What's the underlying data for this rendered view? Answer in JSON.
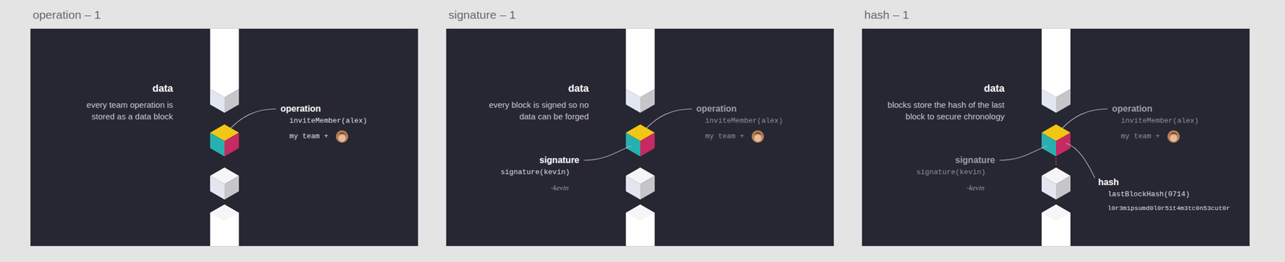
{
  "diagram": {
    "nodes": [
      {
        "text": [
          "operation – 1",
          "data",
          "every team operation is stored as a data block",
          "operation",
          "inviteMember(alex)",
          "my team +"
        ]
      },
      {
        "text": [
          "signature – 1",
          "data",
          "every block is signed so no data can be forged",
          "operation",
          "inviteMember(alex)",
          "my team +",
          "signature",
          "signature(kevin)",
          "-kevin"
        ]
      },
      {
        "text": [
          "hash – 1",
          "data",
          "blocks store the hash of the last block to secure chronology",
          "operation",
          "inviteMember(alex)",
          "my team +",
          "signature",
          "signature(kevin)",
          "-kevin",
          "hash",
          "lastBlockHash(0714)",
          "l0r3m1psumd0l0r51t4m3tc0n53cut0r"
        ]
      }
    ]
  }
}
